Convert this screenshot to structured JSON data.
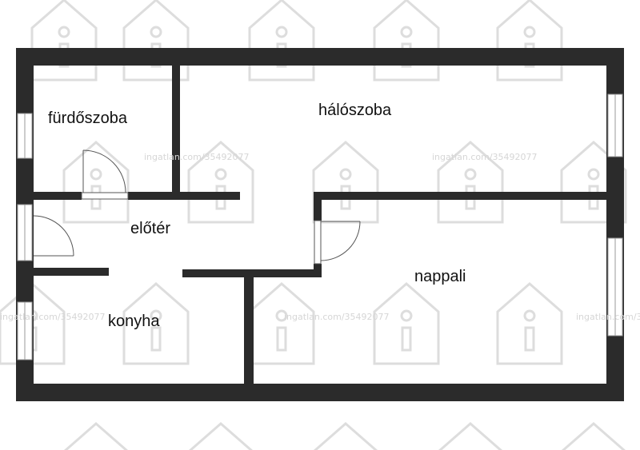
{
  "rooms": {
    "bathroom": "fürdőszoba",
    "bedroom": "hálószoba",
    "hall": "előtér",
    "living": "nappali",
    "kitchen": "konyha"
  },
  "watermark": {
    "text": "ingatlan.com/35492077",
    "logo": "house-logo-icon"
  },
  "colors": {
    "wall": "#2b2b2b",
    "background": "#ffffff",
    "watermark": "#d6d6d6"
  }
}
